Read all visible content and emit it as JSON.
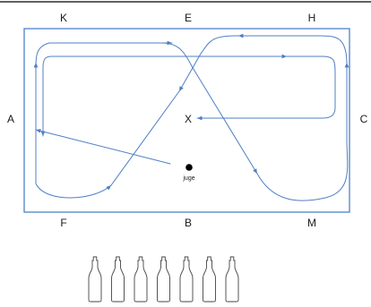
{
  "arena": {
    "letters": {
      "K": "K",
      "E": "E",
      "H": "H",
      "A": "A",
      "X": "X",
      "C": "C",
      "F": "F",
      "B": "B",
      "M": "M"
    },
    "judge_label": "juge",
    "bottle_count": 7
  },
  "colors": {
    "border": "#3c78c6",
    "path": "#4f7fc4",
    "text": "#1a1a1a",
    "judge": "#000000",
    "bottle": "#444444",
    "top_rule": "#000000"
  }
}
